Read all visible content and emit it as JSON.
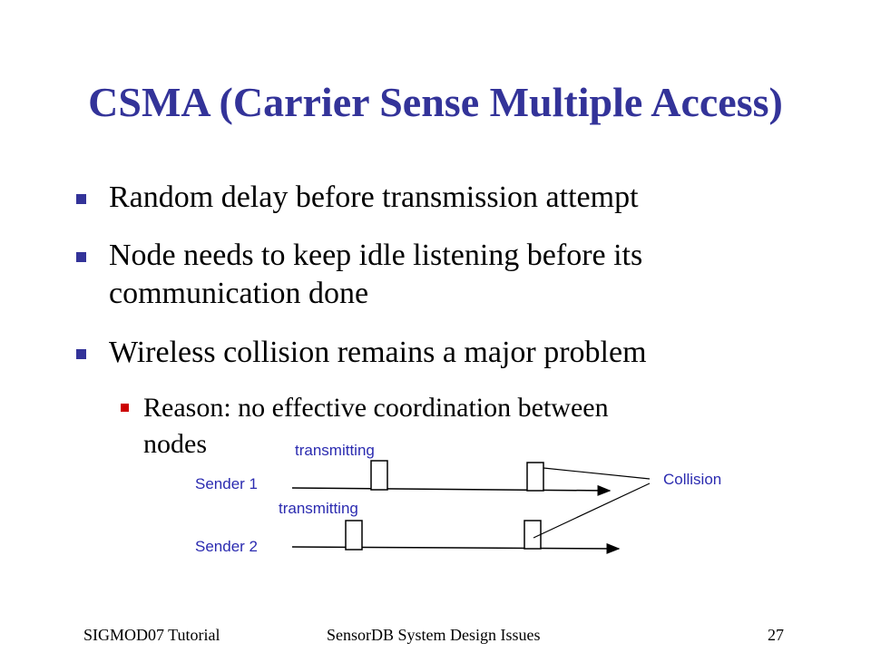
{
  "title": "CSMA (Carrier Sense Multiple Access)",
  "bullets": [
    {
      "line1": "Random delay before transmission attempt"
    },
    {
      "line1": "Node needs to keep idle listening before its",
      "line2": "communication done"
    },
    {
      "line1": "Wireless collision remains a major problem"
    }
  ],
  "sub_bullet": {
    "line1": "Reason: no effective coordination between",
    "line2": "nodes"
  },
  "diagram": {
    "sender1": "Sender 1",
    "sender2": "Sender 2",
    "transmitting_top": "transmitting",
    "transmitting_bottom": "transmitting",
    "collision": "Collision"
  },
  "footer": {
    "left": "SIGMOD07 Tutorial",
    "center": "SensorDB System Design Issues",
    "page": "27"
  },
  "colors": {
    "title": "#333399",
    "bullet_marker": "#333399",
    "sub_marker": "#cc0000",
    "diagram_text": "#2b2bb0"
  }
}
